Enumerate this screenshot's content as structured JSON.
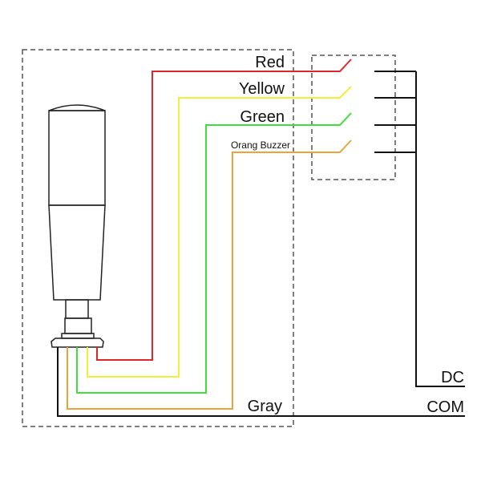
{
  "diagram": {
    "title": "Signal tower light wiring diagram",
    "colors": {
      "red": "#e0262b",
      "yellow": "#f2ef3a",
      "green": "#3fe03a",
      "orange": "#eea33a",
      "black": "#111111",
      "dashed_box": "#555555"
    },
    "wires": [
      {
        "id": "red",
        "label": "Red"
      },
      {
        "id": "yellow",
        "label": "Yellow"
      },
      {
        "id": "green",
        "label": "Green"
      },
      {
        "id": "orange",
        "label": "Orang Buzzer"
      }
    ],
    "common_wire": {
      "label": "Gray"
    },
    "terminals": {
      "dc": "DC",
      "com": "COM"
    }
  }
}
